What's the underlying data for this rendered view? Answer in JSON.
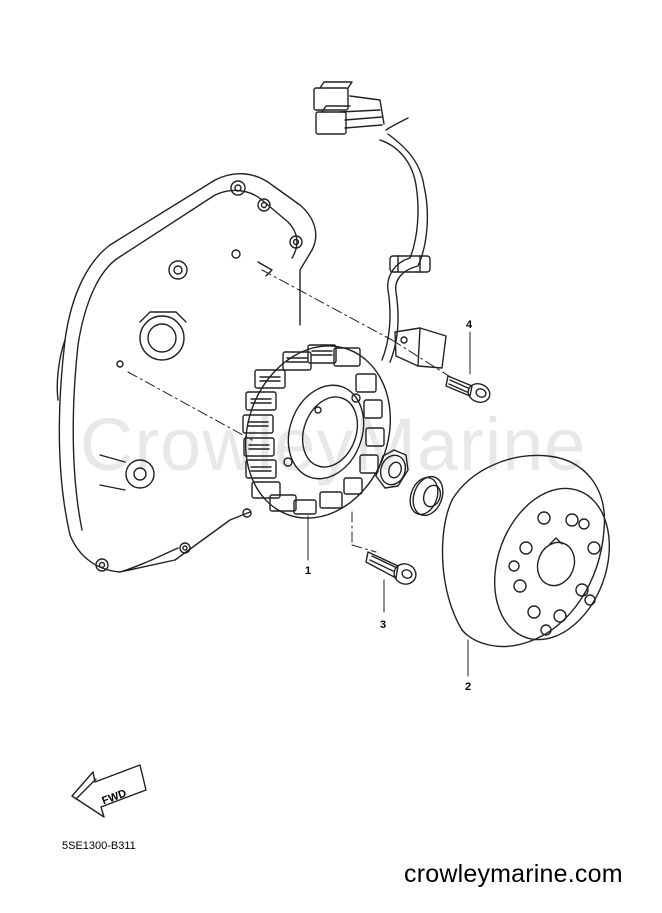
{
  "watermark": "CrowleyMarine",
  "parts": [
    {
      "number": "1",
      "name": "stator"
    },
    {
      "number": "2",
      "name": "rotor"
    },
    {
      "number": "3",
      "name": "bolt"
    },
    {
      "number": "4",
      "name": "bolt"
    }
  ],
  "direction_arrow": "FWD",
  "diagram_code": "5SE1300-B311",
  "footer": {
    "site": "crowleymarine.com"
  }
}
